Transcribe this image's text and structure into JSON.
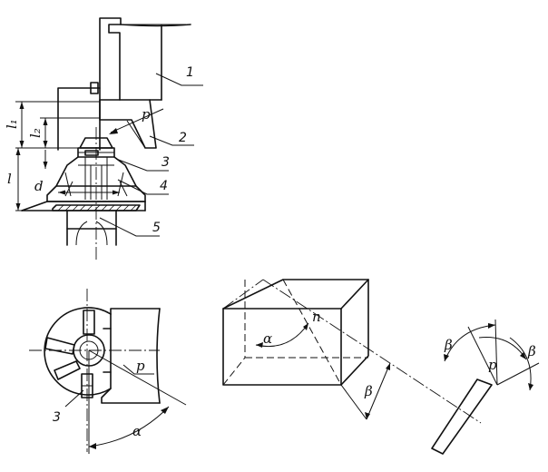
{
  "labels": {
    "part1": "1",
    "part2": "2",
    "part3": "3",
    "part4": "4",
    "part5": "5",
    "l1": "l₁",
    "l2": "l₂",
    "l": "l",
    "d": "d",
    "p_top": "p",
    "p_plan": "p",
    "alpha_plan": "α",
    "part3_plan": "3",
    "alpha_box": "α",
    "n_box": "n",
    "beta_box": "β",
    "beta_blade_1": "β",
    "p_blade": "p",
    "beta_blade_2": "β"
  }
}
